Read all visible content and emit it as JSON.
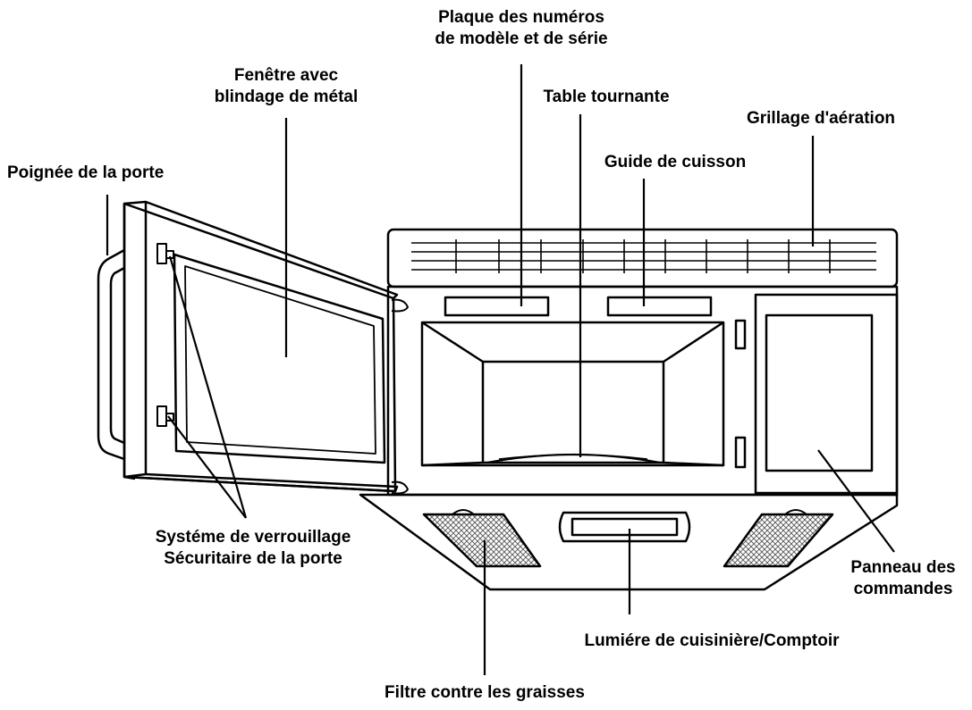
{
  "labels": {
    "plaque_line1": "Plaque des numéros",
    "plaque_line2": "de modèle et de série",
    "fenetre_line1": "Fenêtre avec",
    "fenetre_line2": "blindage de métal",
    "table_tournante": "Table tournante",
    "grillage": "Grillage d'aération",
    "poignee": "Poignée de la porte",
    "guide": "Guide de cuisson",
    "systeme_line1": "Systéme de verrouillage",
    "systeme_line2": "Sécuritaire de la porte",
    "panneau_line1": "Panneau des",
    "panneau_line2": "commandes",
    "lumiere": "Lumiére de cuisinière/Comptoir",
    "filtre": "Filtre contre les graisses"
  }
}
